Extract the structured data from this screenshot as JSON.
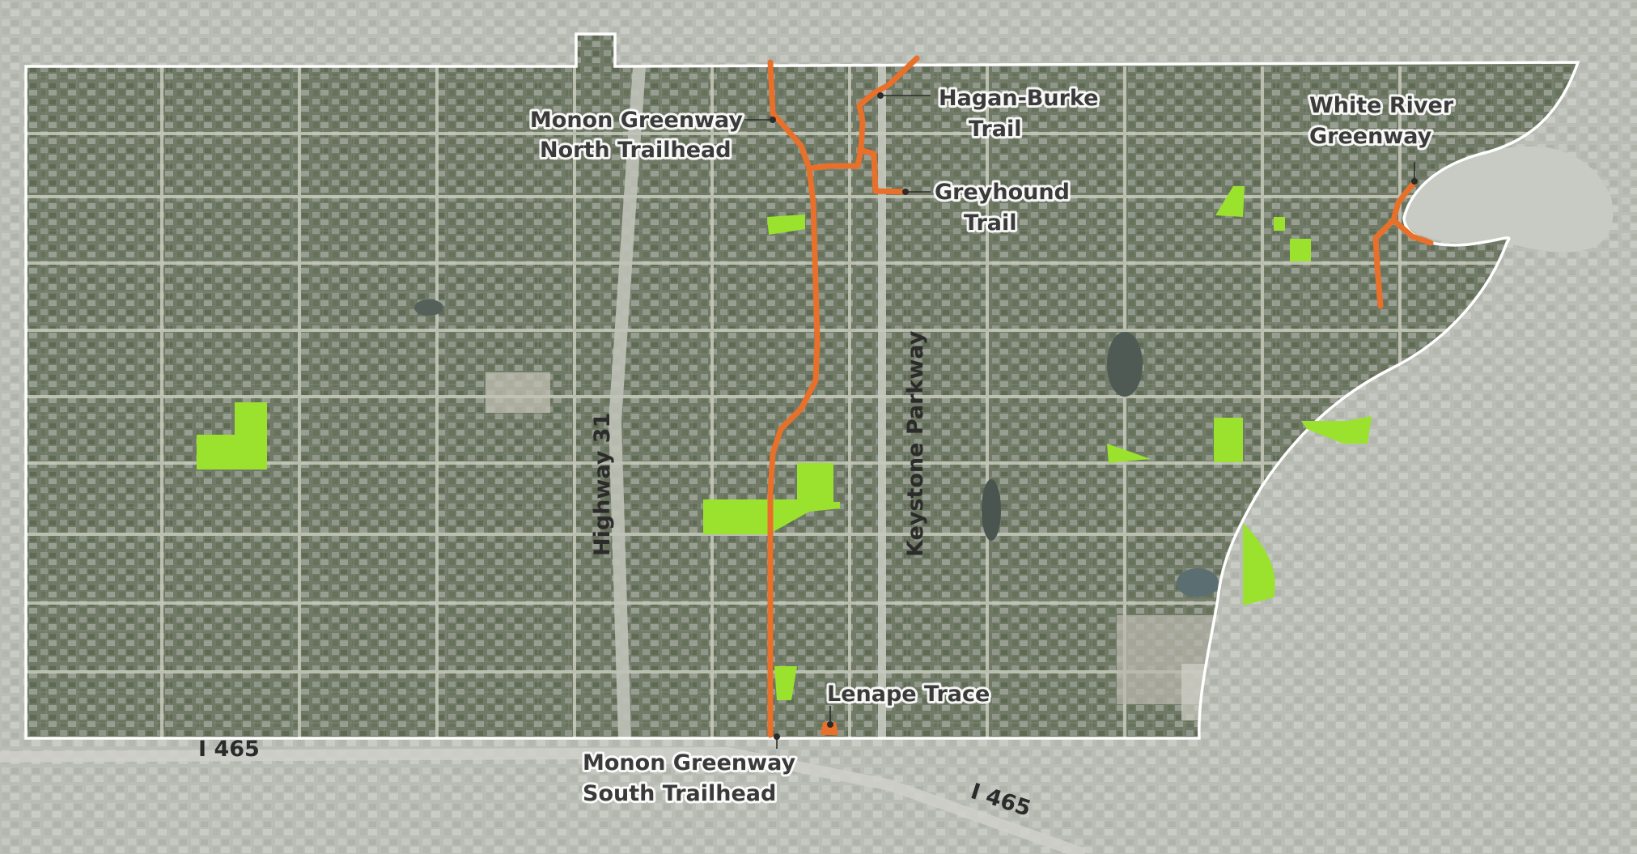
{
  "colors": {
    "trail": "#e8702a",
    "park": "#9be22f",
    "boundary": "#ffffff",
    "label_text": "#3a3a3a"
  },
  "trails": {
    "monon_north": {
      "line1": "Monon Greenway",
      "line2": "North Trailhead"
    },
    "monon_south": {
      "line1": "Monon Greenway",
      "line2": "South Trailhead"
    },
    "hagan_burke": {
      "line1": "Hagan-Burke",
      "line2": "Trail"
    },
    "greyhound": {
      "line1": "Greyhound",
      "line2": "Trail"
    },
    "white_river": {
      "line1": "White River",
      "line2": "Greenway"
    },
    "lenape": {
      "label": "Lenape Trace"
    }
  },
  "roads": {
    "highway_31": "Highway 31",
    "keystone": "Keystone Parkway",
    "i465_west": "I 465",
    "i465_east": "I 465"
  }
}
